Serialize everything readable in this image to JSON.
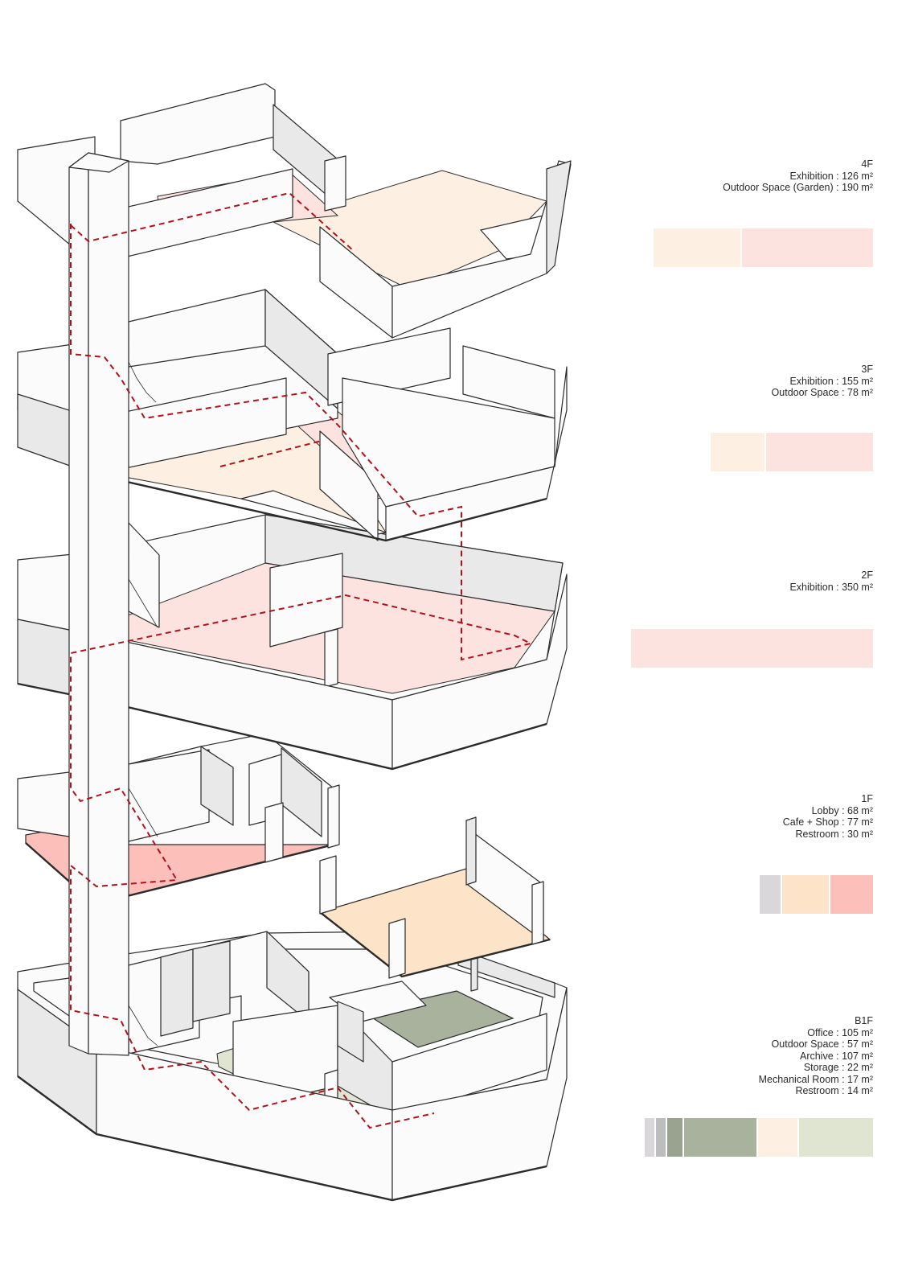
{
  "colors": {
    "exhibition_peach": "#fdf0e3",
    "exhibition_pink": "#fde3e0",
    "lobby_gray": "#d9d7d9",
    "cafe_orange": "#fde4c8",
    "restroom_red": "#fcbfba",
    "office_sage": "#a9b29d",
    "archive_cream": "#fdf0e3",
    "outdoor_green": "#dfe5d1",
    "circulation_red": "#b0121b",
    "wall_white": "#fbfbfb",
    "wall_side": "#e9e9e9",
    "outline": "#2b2b2b"
  },
  "floors": [
    {
      "id": "4f",
      "name": "4F",
      "lines": [
        "Exhibition : 126 m²",
        "Outdoor Space (Garden) : 190 m²"
      ],
      "bar": [
        {
          "area": 126,
          "color": "#fdf0e3"
        },
        {
          "area": 190,
          "color": "#fde3e0"
        }
      ]
    },
    {
      "id": "3f",
      "name": "3F",
      "lines": [
        "Exhibition : 155 m²",
        "Outdoor Space : 78 m²"
      ],
      "bar": [
        {
          "area": 78,
          "color": "#fdf0e3"
        },
        {
          "area": 155,
          "color": "#fde3e0"
        }
      ]
    },
    {
      "id": "2f",
      "name": "2F",
      "lines": [
        "Exhibition : 350 m²"
      ],
      "bar": [
        {
          "area": 350,
          "color": "#fde3e0"
        }
      ]
    },
    {
      "id": "1f",
      "name": "1F",
      "lines": [
        "Lobby : 68 m²",
        "Cafe + Shop : 77 m²",
        "Restroom : 30 m²"
      ],
      "bar": [
        {
          "area": 30,
          "color": "#d9d7d9"
        },
        {
          "area": 68,
          "color": "#fde4c8"
        },
        {
          "area": 62,
          "color": "#fcbfba"
        }
      ]
    },
    {
      "id": "b1f",
      "name": "B1F",
      "lines": [
        "Office : 105 m²",
        "Outdoor Space : 57 m²",
        "Archive : 107 m²",
        "Storage : 22 m²",
        "Mechanical Room : 17 m²",
        "Restroom : 14 m²"
      ],
      "bar": [
        {
          "area": 14,
          "color": "#d9d7d9"
        },
        {
          "area": 14,
          "color": "#bdbdbd"
        },
        {
          "area": 22,
          "color": "#9aa38f"
        },
        {
          "area": 105,
          "color": "#a9b29d"
        },
        {
          "area": 57,
          "color": "#fdf0e3"
        },
        {
          "area": 107,
          "color": "#dfe5d1"
        }
      ]
    }
  ]
}
